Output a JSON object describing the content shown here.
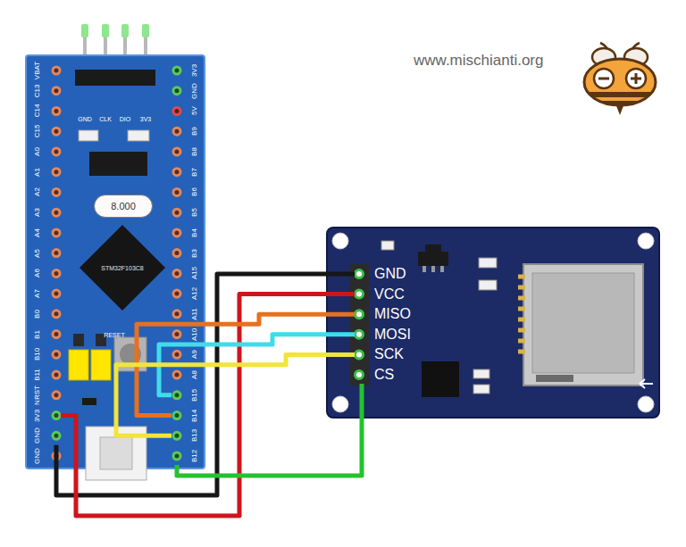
{
  "diagram": {
    "nodes": [
      {
        "text": [
          "VBAT"
        ]
      },
      {
        "text": [
          "C13"
        ]
      },
      {
        "text": [
          "C14"
        ]
      },
      {
        "text": [
          "C15"
        ]
      },
      {
        "text": [
          "A0"
        ]
      },
      {
        "text": [
          "A1"
        ]
      },
      {
        "text": [
          "A2"
        ]
      },
      {
        "text": [
          "A3"
        ]
      },
      {
        "text": [
          "A4"
        ]
      },
      {
        "text": [
          "A5"
        ]
      },
      {
        "text": [
          "A6"
        ]
      },
      {
        "text": [
          "A7"
        ]
      },
      {
        "text": [
          "B0"
        ]
      },
      {
        "text": [
          "B1"
        ]
      },
      {
        "text": [
          "B10"
        ]
      },
      {
        "text": [
          "B11"
        ]
      },
      {
        "text": [
          "NRST"
        ]
      },
      {
        "text": [
          "3V3"
        ]
      },
      {
        "text": [
          "GND"
        ]
      },
      {
        "text": [
          "GND"
        ]
      },
      {
        "text": [
          "3V3"
        ]
      },
      {
        "text": [
          "GND"
        ]
      },
      {
        "text": [
          "5V"
        ]
      },
      {
        "text": [
          "B9"
        ]
      },
      {
        "text": [
          "B8"
        ]
      },
      {
        "text": [
          "B7"
        ]
      },
      {
        "text": [
          "B6"
        ]
      },
      {
        "text": [
          "B5"
        ]
      },
      {
        "text": [
          "B4"
        ]
      },
      {
        "text": [
          "B3"
        ]
      },
      {
        "text": [
          "A15"
        ]
      },
      {
        "text": [
          "A12"
        ]
      },
      {
        "text": [
          "A11"
        ]
      },
      {
        "text": [
          "A10"
        ]
      },
      {
        "text": [
          "A9"
        ]
      },
      {
        "text": [
          "A8"
        ]
      },
      {
        "text": [
          "B15"
        ]
      },
      {
        "text": [
          "B14"
        ]
      },
      {
        "text": [
          "B13"
        ]
      },
      {
        "text": [
          "B12"
        ]
      },
      {
        "text": [
          "STM32F103C8"
        ]
      },
      {
        "text": [
          "8.000"
        ]
      },
      {
        "text": [
          "GND"
        ]
      },
      {
        "text": [
          "VCC"
        ]
      },
      {
        "text": [
          "MISO"
        ]
      },
      {
        "text": [
          "MOSI"
        ]
      },
      {
        "text": [
          "SCK"
        ]
      },
      {
        "text": [
          "CS"
        ]
      }
    ],
    "edges": [
      {
        "from": 18,
        "to": 42,
        "arrow": "none"
      },
      {
        "from": 17,
        "to": 43,
        "arrow": "none"
      },
      {
        "from": 37,
        "to": 44,
        "arrow": "none"
      },
      {
        "from": 36,
        "to": 45,
        "arrow": "none"
      },
      {
        "from": 38,
        "to": 46,
        "arrow": "none"
      },
      {
        "from": 39,
        "to": 47,
        "arrow": "none"
      }
    ],
    "labels": [
      "GND",
      "CLK",
      "DIO",
      "3V3",
      "RESET",
      "www.mischianti.org"
    ]
  }
}
